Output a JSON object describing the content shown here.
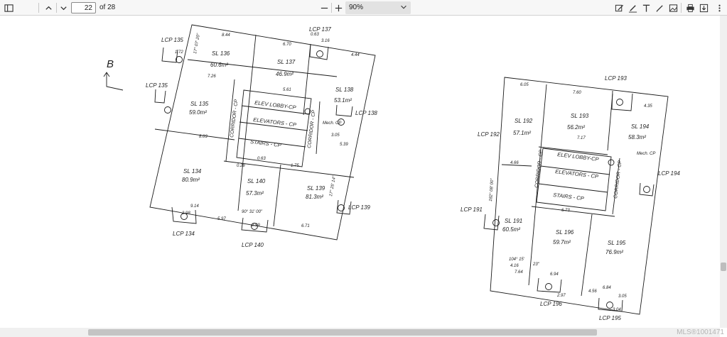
{
  "toolbar": {
    "icons": [
      "sidebar-icon",
      "chevron-up-icon",
      "chevron-down-icon",
      "minus-icon",
      "plus-icon",
      "chevron-down-icon",
      "highlight-icon",
      "draw-icon",
      "text-icon",
      "pen-icon",
      "image-icon",
      "print-icon",
      "save-icon",
      "more-icon"
    ],
    "current_page": "22",
    "page_total": "of 28",
    "zoom": "90%"
  },
  "plan_left": {
    "lcp_labels": [
      "LCP 135",
      "LCP 135",
      "LCP 137",
      "LCP 138",
      "LCP 134",
      "LCP 140",
      "LCP 139"
    ],
    "lots": [
      {
        "name": "SL 136",
        "area": "60.6m²"
      },
      {
        "name": "SL 137",
        "area": "46.9m²"
      },
      {
        "name": "SL 138",
        "area": "53.1m²"
      },
      {
        "name": "SL 135",
        "area": "59.0m²"
      },
      {
        "name": "SL 134",
        "area": "80.9m²"
      },
      {
        "name": "SL 140",
        "area": "57.3m²"
      },
      {
        "name": "SL 139",
        "area": "81.3m²"
      }
    ],
    "common": [
      "ELEV LOBBY-CP",
      "ELEVATORS - CP",
      "STAIRS - CP",
      "CORRIDOR - CP",
      "CORRIDOR - CP",
      "Mech. CP"
    ],
    "bearings": [
      "17° 07' 20\"",
      "17° 25' 14\"",
      "90° 31' 00\""
    ],
    "dims": [
      "8.44",
      "6.70",
      "4.44",
      "7.26",
      "5.61",
      "8.03",
      "9.14",
      "5.97",
      "6.71",
      "3.16",
      "0.63",
      "0.28",
      "1.75",
      "0.63",
      "3.05",
      "5.39",
      "1.72",
      "2.98",
      "2.99"
    ],
    "arrow_label": "B"
  },
  "plan_right": {
    "lcp_labels": [
      "LCP 193",
      "LCP 192",
      "LCP 194",
      "LCP 191",
      "LCP 196",
      "LCP 195"
    ],
    "lots": [
      {
        "name": "SL 192",
        "area": "57.1m²"
      },
      {
        "name": "SL 193",
        "area": "56.2m²"
      },
      {
        "name": "SL 194",
        "area": "58.3m²"
      },
      {
        "name": "SL 191",
        "area": "60.5m²"
      },
      {
        "name": "SL 196",
        "area": "59.7m²"
      },
      {
        "name": "SL 195",
        "area": "76.9m²"
      }
    ],
    "common": [
      "ELEV LOBBY-CP",
      "ELEVATORS - CP",
      "STAIRS - CP",
      "CORRIDOR - CP",
      "CORRIDOR - CP",
      "Mech. CP"
    ],
    "bearings": [
      "182° 08' 00\"",
      "104° 15'",
      "23\""
    ],
    "dims": [
      "6.05",
      "7.60",
      "4.35",
      "4.66",
      "7.17",
      "6.73",
      "6.94",
      "4.56",
      "6.84",
      "3.05",
      "2.97",
      "3.04",
      "7.64",
      "4.16"
    ]
  },
  "watermark": "MLS®1001471"
}
